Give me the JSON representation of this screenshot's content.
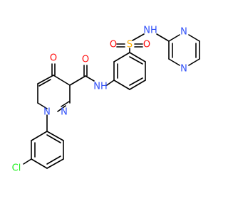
{
  "atom_labels": {
    "oxygen_ketone": "O",
    "oxygen_amide": "O",
    "amide_nh": "NH",
    "ring_n1": "N",
    "ring_n2": "N",
    "chlorine": "Cl",
    "sulfur": "S",
    "sulfonyl_oxygen_left": "O",
    "sulfonyl_oxygen_right": "O",
    "sulfonamide_nh": "NH",
    "pyrimidine_n_top": "N",
    "pyrimidine_n_bottom": "N"
  },
  "colors": {
    "bond": "#000000",
    "oxygen": "#ff0d0d",
    "nitrogen": "#3050f8",
    "chlorine": "#1ff01f",
    "sulfur": "#ffb000"
  }
}
